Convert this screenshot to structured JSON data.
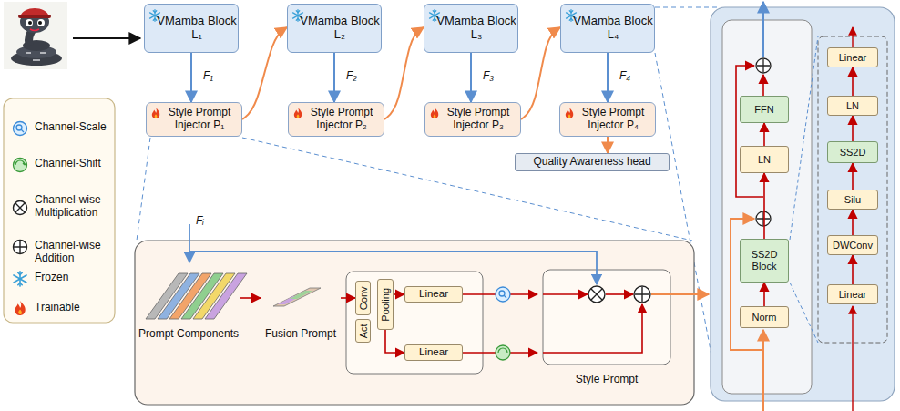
{
  "diagram": {
    "nodes": [
      {
        "text": [
          "VMamba Block L₁"
        ]
      },
      {
        "text": [
          "VMamba Block L₂"
        ]
      },
      {
        "text": [
          "VMamba Block L₃"
        ]
      },
      {
        "text": [
          "VMamba Block L₄"
        ]
      },
      {
        "text": [
          "Style Prompt Injector P₁"
        ]
      },
      {
        "text": [
          "Style Prompt Injector P₂"
        ]
      },
      {
        "text": [
          "Style Prompt Injector P₃"
        ]
      },
      {
        "text": [
          "Style Prompt Injector P₄"
        ]
      },
      {
        "text": [
          "Quality Awareness head"
        ]
      },
      {
        "text": [
          "Prompt Components"
        ]
      },
      {
        "text": [
          "Fusion Prompt"
        ]
      },
      {
        "text": [
          "Conv"
        ]
      },
      {
        "text": [
          "Act"
        ]
      },
      {
        "text": [
          "Pooling"
        ]
      },
      {
        "text": [
          "Linear"
        ]
      },
      {
        "text": [
          "Linear"
        ]
      },
      {
        "text": [
          "Style Prompt"
        ]
      },
      {
        "text": [
          "Norm"
        ]
      },
      {
        "text": [
          "SS2D Block"
        ]
      },
      {
        "text": [
          "LN"
        ]
      },
      {
        "text": [
          "FFN"
        ]
      },
      {
        "text": [
          "Linear"
        ]
      },
      {
        "text": [
          "DWConv"
        ]
      },
      {
        "text": [
          "Silu"
        ]
      },
      {
        "text": [
          "SS2D"
        ]
      },
      {
        "text": [
          "LN"
        ]
      },
      {
        "text": [
          "Linear"
        ]
      }
    ],
    "edges": [
      {
        "from": 0,
        "to": 4,
        "label": "F₁",
        "arrow": "to"
      },
      {
        "from": 1,
        "to": 5,
        "label": "F₂",
        "arrow": "to"
      },
      {
        "from": 2,
        "to": 6,
        "label": "F₃",
        "arrow": "to"
      },
      {
        "from": 3,
        "to": 7,
        "label": "F₄",
        "arrow": "to"
      },
      {
        "from": 4,
        "to": 1,
        "arrow": "to"
      },
      {
        "from": 5,
        "to": 2,
        "arrow": "to"
      },
      {
        "from": 6,
        "to": 3,
        "arrow": "to"
      },
      {
        "from": 7,
        "to": 8,
        "arrow": "to"
      },
      {
        "from": 9,
        "to": 10,
        "arrow": "to"
      },
      {
        "from": 10,
        "to": 11,
        "arrow": "to"
      },
      {
        "from": 13,
        "to": 14,
        "arrow": "to"
      },
      {
        "from": 13,
        "to": 15,
        "arrow": "to"
      },
      {
        "from": 14,
        "to": 16,
        "arrow": "to"
      },
      {
        "from": 15,
        "to": 16,
        "arrow": "to"
      },
      {
        "from": 17,
        "to": 18,
        "arrow": "to"
      },
      {
        "from": 18,
        "to": 19,
        "arrow": "to"
      },
      {
        "from": 19,
        "to": 20,
        "arrow": "to"
      },
      {
        "from": 21,
        "to": 22,
        "arrow": "to"
      },
      {
        "from": 22,
        "to": 23,
        "arrow": "to"
      },
      {
        "from": 23,
        "to": 24,
        "arrow": "to"
      },
      {
        "from": 24,
        "to": 25,
        "arrow": "to"
      },
      {
        "from": 25,
        "to": 26,
        "arrow": "to"
      }
    ],
    "labels": [
      "Fᵢ"
    ],
    "legend": [
      {
        "text": "Channel-Scale"
      },
      {
        "text": "Channel-Shift"
      },
      {
        "text": "Channel-wise Multiplication"
      },
      {
        "text": "Channel-wise Addition"
      },
      {
        "text": "Frozen"
      },
      {
        "text": "Trainable"
      }
    ]
  }
}
